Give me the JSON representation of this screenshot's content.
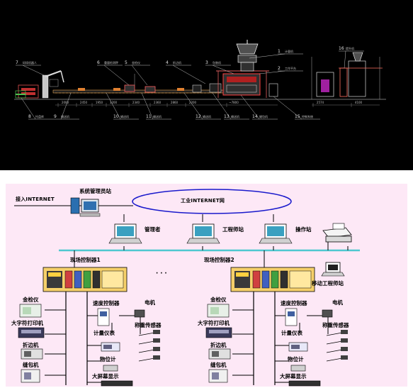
{
  "top_drawing": {
    "callouts": [
      {
        "num": "1",
        "text": "计量机"
      },
      {
        "num": "2",
        "text": "工作平台"
      },
      {
        "num": "3",
        "text": "包装机"
      },
      {
        "num": "4",
        "text": "折边机"
      },
      {
        "num": "5",
        "text": "金检仪"
      },
      {
        "num": "6",
        "text": "重量检测秤"
      },
      {
        "num": "7",
        "text": "码垛机器人"
      },
      {
        "num": "8",
        "text": "托盘库"
      },
      {
        "num": "9",
        "text": "输送机"
      },
      {
        "num": "10",
        "text": "输送机"
      },
      {
        "num": "11",
        "text": "输送机"
      },
      {
        "num": "12",
        "text": "输送机"
      },
      {
        "num": "13",
        "text": "输送机"
      },
      {
        "num": "14",
        "text": "缝包机"
      },
      {
        "num": "15",
        "text": "控制系统"
      },
      {
        "num": "16",
        "text": "提升机"
      }
    ],
    "dims": [
      "2000",
      "2450",
      "1950",
      "3200",
      "2340",
      "2360",
      "2860",
      "2200",
      "~7800",
      "2574",
      "4100"
    ]
  },
  "network": {
    "internet_label": "接入INTERNET",
    "admin_station": "系统管理员站",
    "cloud_label": "工业INTERNET网",
    "manager": "管理者",
    "engineer": "工程师站",
    "operator": "操作站",
    "mobile_engineer": "移动工程师站",
    "dots": "·  ·  ·",
    "controllers": [
      {
        "label": "现场控制器1",
        "devices": {
          "metal_detector": "金检仪",
          "printer": "大字符打印机",
          "folder": "折边机",
          "sewer": "缝包机",
          "speed": "速度控制器",
          "motor": "电机",
          "weigh_sensor": "称重传感器",
          "meter": "计量仪表",
          "level": "物位计",
          "display": "大屏幕显示"
        }
      },
      {
        "label": "现场控制器2",
        "devices": {
          "metal_detector": "金检仪",
          "printer": "大字符打印机",
          "folder": "折边机",
          "sewer": "缝包机",
          "speed": "速度控制器",
          "motor": "电机",
          "weigh_sensor": "称重传感器",
          "meter": "计量仪表",
          "level": "物位计",
          "display": "大屏幕显示"
        }
      }
    ]
  }
}
